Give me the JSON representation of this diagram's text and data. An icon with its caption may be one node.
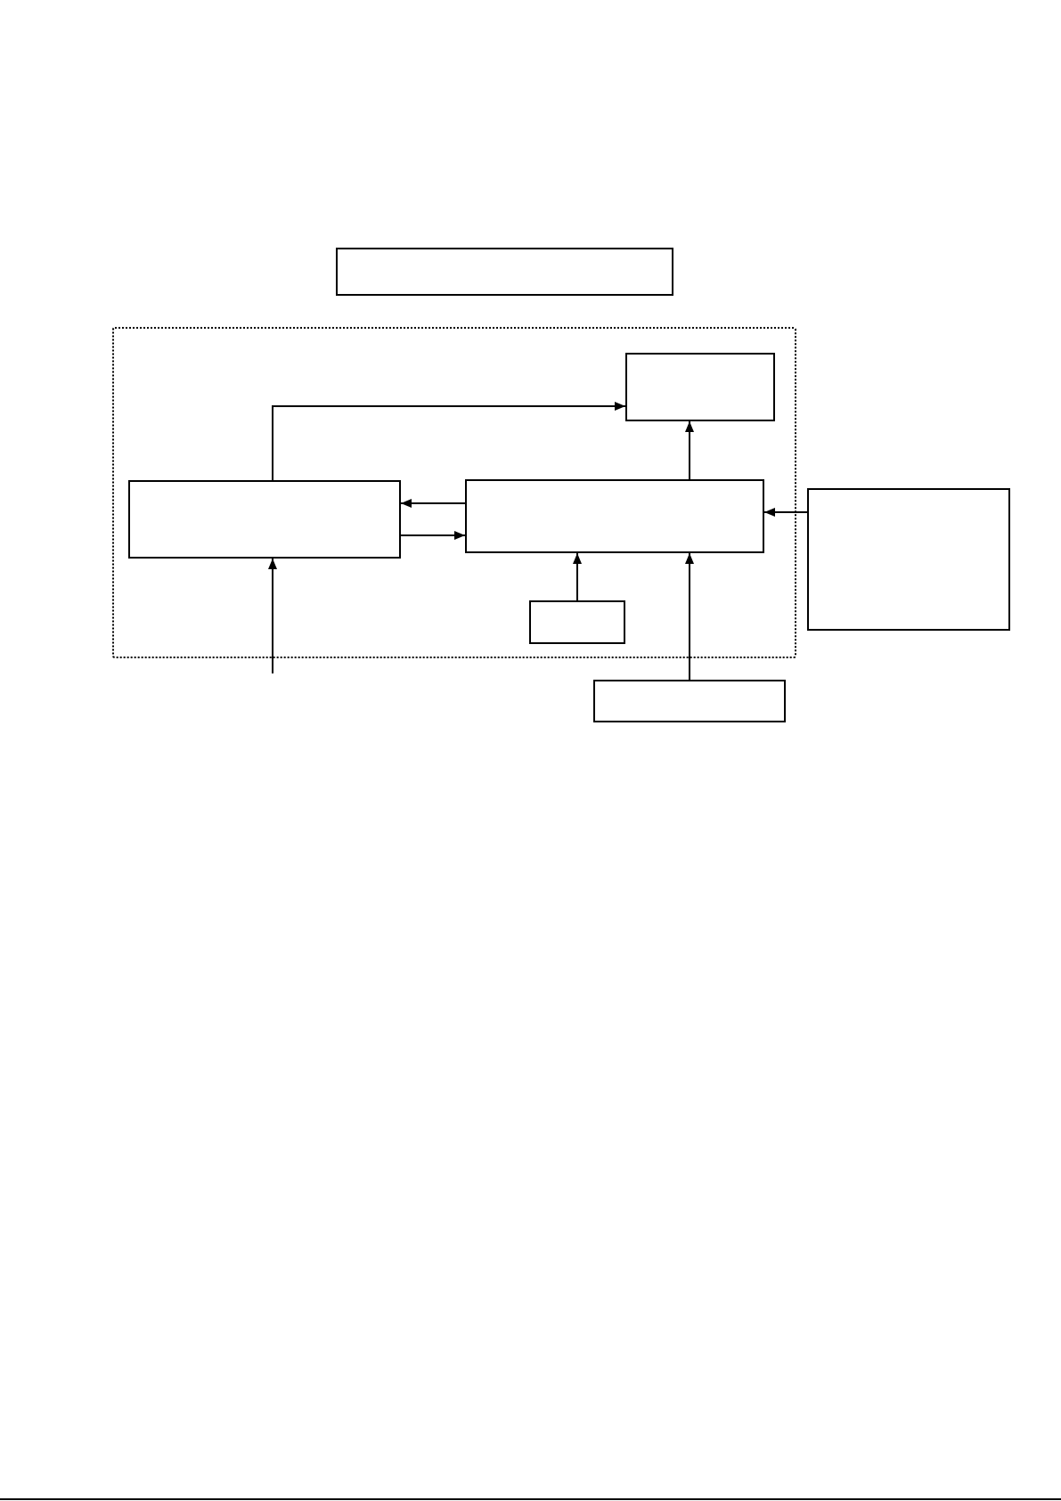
{
  "diagram": {
    "nodes": [
      {
        "text": [],
        "shape": "box"
      },
      {
        "text": [],
        "shape": "box"
      },
      {
        "text": [],
        "shape": "box",
        "in": 1
      },
      {
        "text": [],
        "shape": "box",
        "in": 1
      },
      {
        "text": [],
        "shape": "box",
        "in": 1
      },
      {
        "text": [],
        "shape": "box",
        "in": 1
      },
      {
        "text": [],
        "shape": "box"
      },
      {
        "text": [],
        "shape": "box"
      }
    ],
    "edges": [
      {
        "from": 3,
        "to": 2,
        "arrow": "to"
      },
      {
        "from": 4,
        "to": 2,
        "arrow": "to"
      },
      {
        "from": 4,
        "to": 3,
        "arrow": "to"
      },
      {
        "from": 3,
        "to": 4,
        "arrow": "to"
      },
      {
        "from": 6,
        "to": 4,
        "arrow": "to"
      },
      {
        "from": 5,
        "to": 4,
        "arrow": "to"
      },
      {
        "from": 7,
        "to": 4,
        "arrow": "to"
      },
      {
        "from": null,
        "to": 3,
        "arrow": "to"
      }
    ]
  }
}
